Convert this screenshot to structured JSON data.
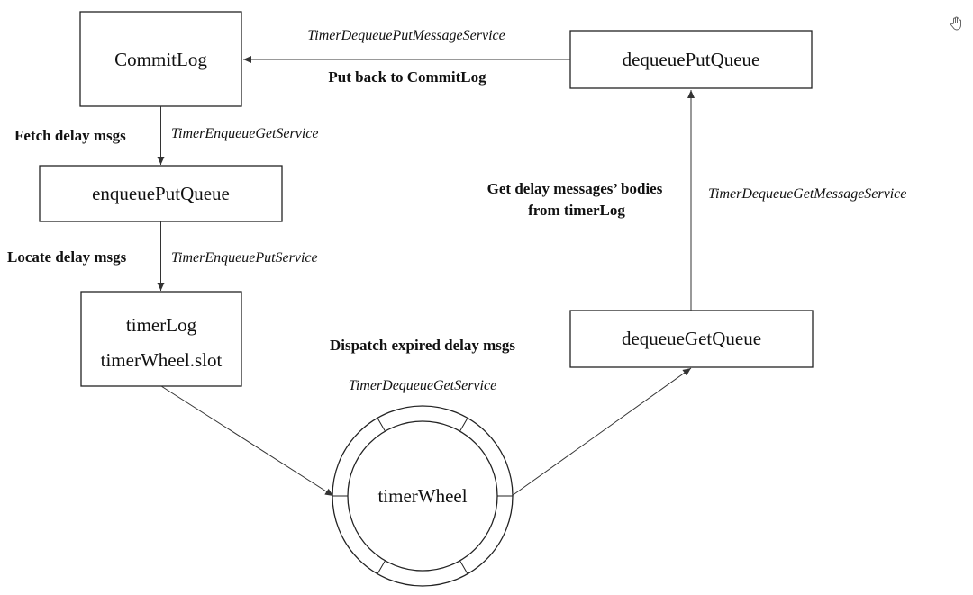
{
  "nodes": {
    "commitlog": "CommitLog",
    "dequeue_put_queue": "dequeuePutQueue",
    "enqueue_put_queue": "enqueuePutQueue",
    "timerlog": "timerLog",
    "timerwheel_slot": "timerWheel.slot",
    "dequeue_get_queue": "dequeueGetQueue",
    "timerwheel": "timerWheel"
  },
  "services": {
    "dequeue_put_message": "TimerDequeuePutMessageService",
    "enqueue_get": "TimerEnqueueGetService",
    "enqueue_put": "TimerEnqueuePutService",
    "dequeue_get_message": "TimerDequeueGetMessageService",
    "dequeue_get": "TimerDequeueGetService"
  },
  "steps": {
    "put_back": "Put back to CommitLog",
    "fetch": "Fetch delay msgs",
    "locate": "Locate delay msgs",
    "get_bodies_line1": "Get delay messages’ bodies",
    "get_bodies_line2": "from timerLog",
    "dispatch": "Dispatch expired delay msgs"
  },
  "icons": {
    "cursor": "hand-cursor-icon"
  }
}
